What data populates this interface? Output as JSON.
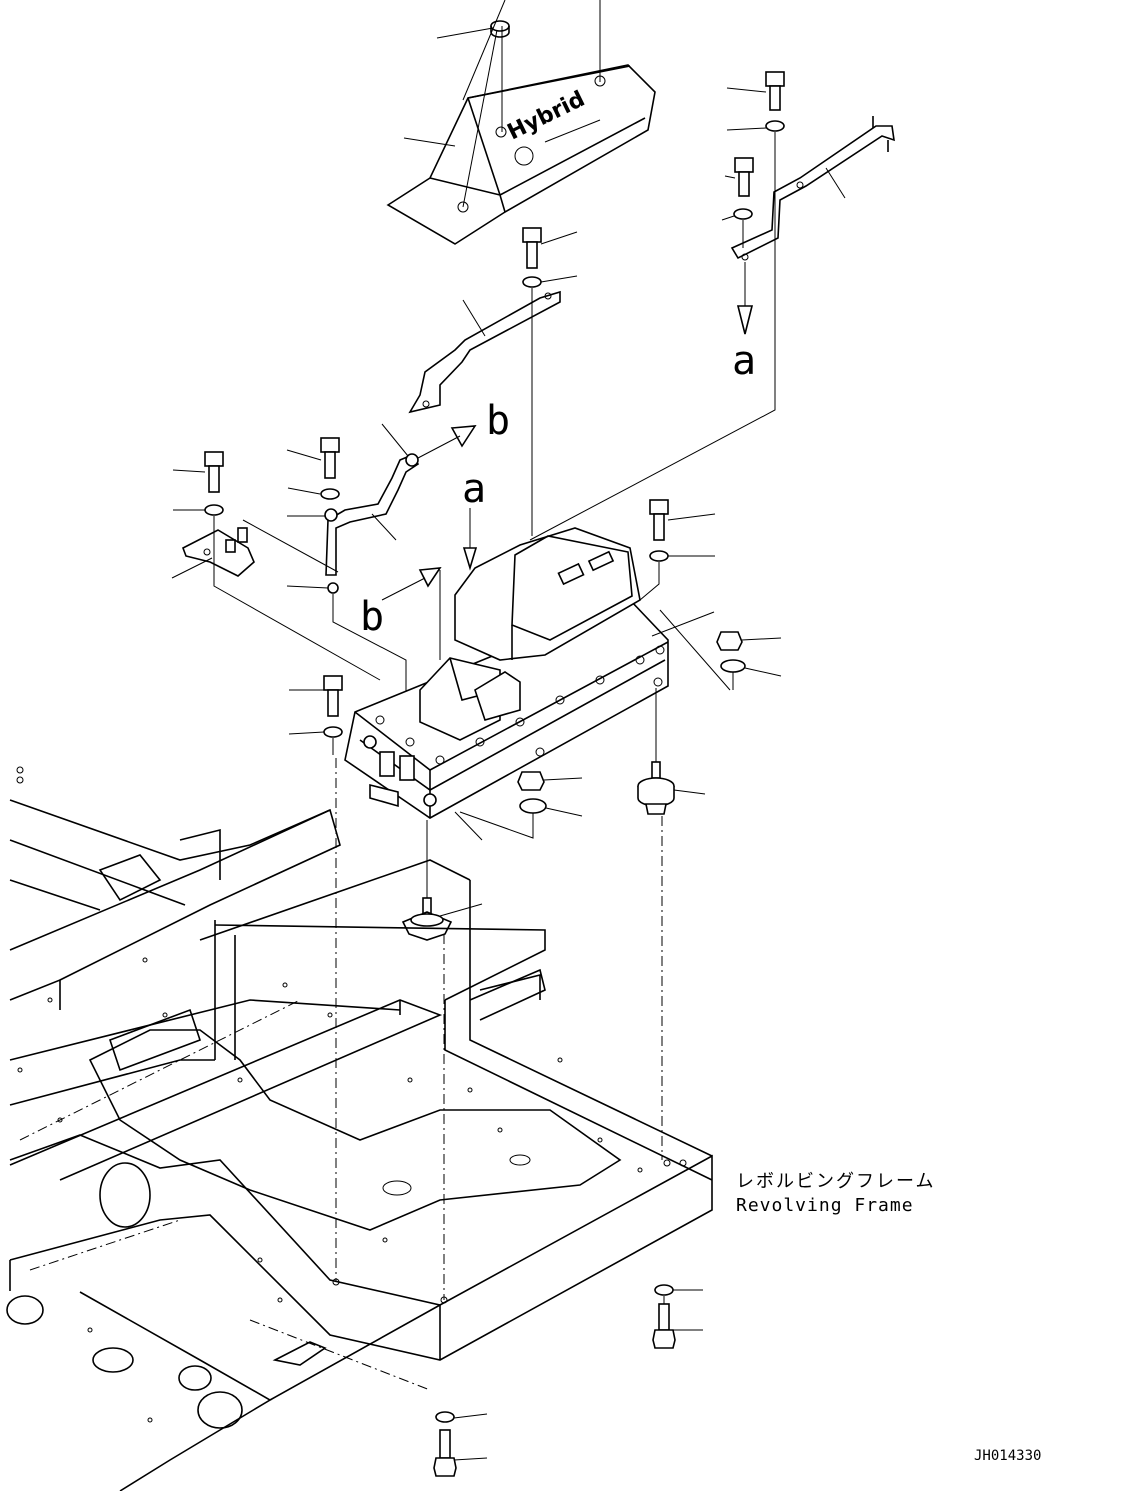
{
  "cover_logo_text": "Hybrid",
  "view_arrows": {
    "a": "a",
    "b": "b"
  },
  "frame_label": {
    "japanese": "レボルビングフレーム",
    "english": "Revolving Frame"
  },
  "drawing_id": "JH014330"
}
